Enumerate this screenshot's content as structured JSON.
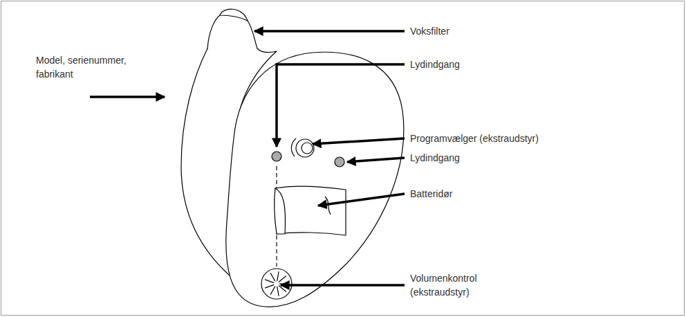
{
  "diagram": {
    "labels": [
      "Voksfilter",
      "Lydindgang",
      "Model, serienummer, fabrikant",
      "Programvælger (ekstraudstyr)",
      "Lydindgang",
      "Batteridør",
      "Volumenkontrol (ekstraudstyr)"
    ]
  }
}
